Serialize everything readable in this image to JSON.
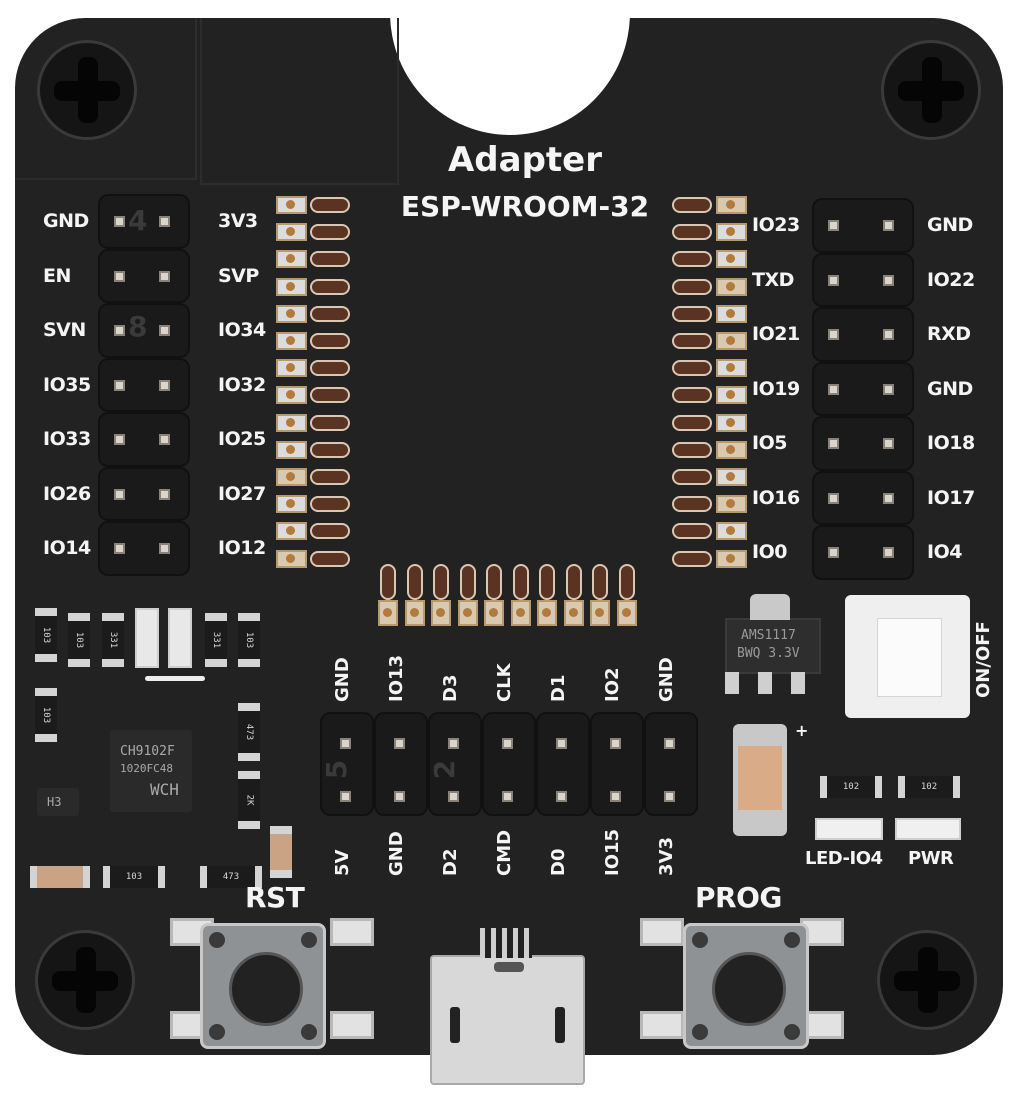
{
  "board": {
    "title": "Adapter",
    "subtitle": "ESP-WROOM-32",
    "color": "#222222",
    "silk_color": "#f4f4f4"
  },
  "left_header": {
    "silk_numbers": [
      "4",
      "8"
    ],
    "left_labels": [
      "GND",
      "EN",
      "SVN",
      "IO35",
      "IO33",
      "IO26",
      "IO14"
    ],
    "right_labels": [
      "3V3",
      "SVP",
      "IO34",
      "IO32",
      "IO25",
      "IO27",
      "IO12"
    ]
  },
  "right_header": {
    "left_labels": [
      "IO23",
      "TXD",
      "IO21",
      "IO19",
      "IO5",
      "IO16",
      "IO0"
    ],
    "right_labels": [
      "GND",
      "IO22",
      "RXD",
      "GND",
      "IO18",
      "IO17",
      "IO4"
    ]
  },
  "bottom_header": {
    "silk_numbers": [
      "5",
      "2"
    ],
    "top_labels": [
      "GND",
      "IO13",
      "D3",
      "CLK",
      "D1",
      "IO2",
      "GND"
    ],
    "bottom_labels": [
      "5V",
      "GND",
      "D2",
      "CMD",
      "D0",
      "IO15",
      "3V3"
    ]
  },
  "components": {
    "usb_chip": {
      "line1": "CH9102F",
      "line2": "1020FC48",
      "brand": "WCH"
    },
    "transistor": "H3",
    "regulator": {
      "line1": "AMS1117",
      "line2": "BWQ 3.3V"
    },
    "resistors_top": [
      "103",
      "103",
      "331",
      "331",
      "103"
    ],
    "resistor_left": "103",
    "resistors_right": [
      "473",
      "2K"
    ],
    "resistors_bottom": [
      "103",
      "473"
    ],
    "resistors_led": [
      "102",
      "102"
    ],
    "cap_plus": "+"
  },
  "switch": {
    "label": "ON/OFF"
  },
  "buttons": {
    "rst": "RST",
    "prog": "PROG"
  },
  "leds": {
    "io4": "LED-IO4",
    "pwr": "PWR"
  }
}
